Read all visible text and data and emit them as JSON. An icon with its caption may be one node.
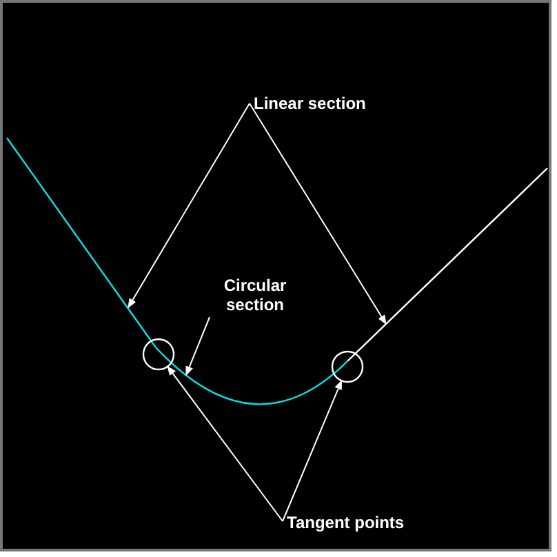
{
  "diagram": {
    "nodes": [
      {
        "text": [
          "Linear section"
        ]
      },
      {
        "text": [],
        "shape": "line"
      },
      {
        "text": [],
        "shape": "line"
      },
      {
        "text": [
          "Circular section"
        ]
      },
      {
        "text": [],
        "shape": "arc"
      },
      {
        "text": [
          "Tangent points"
        ]
      },
      {
        "text": [],
        "shape": "circle"
      },
      {
        "text": [],
        "shape": "circle"
      }
    ],
    "edges": [
      {
        "from": 0,
        "to": 1,
        "arrow": "to"
      },
      {
        "from": 0,
        "to": 2,
        "arrow": "to"
      },
      {
        "from": 3,
        "to": 4,
        "arrow": "to"
      },
      {
        "from": 5,
        "to": 6,
        "arrow": "to"
      },
      {
        "from": 5,
        "to": 7,
        "arrow": "to"
      }
    ]
  }
}
